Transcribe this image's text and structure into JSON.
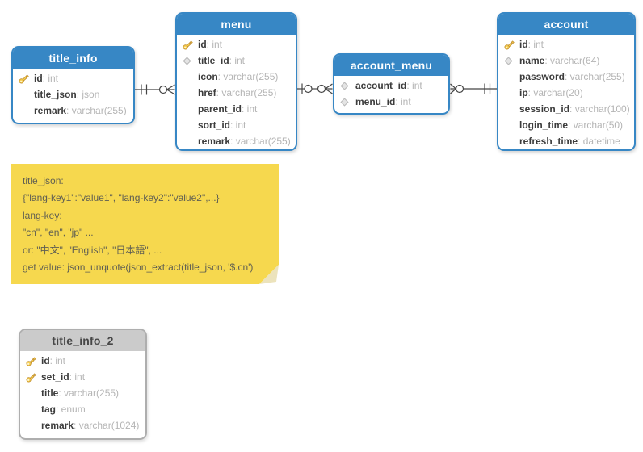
{
  "colors": {
    "table_header_blue": "#3787c5",
    "table_gray_header": "#cbcbcb",
    "table_gray_border": "#aeaeae",
    "note_yellow": "#f6d84e",
    "key_icon_gold": "#f7cf4f",
    "diamond_icon_gray": "#e4e4e4",
    "connector_line": "#454545",
    "field_name_text": "#3c3c3c",
    "field_type_text": "#b5b5b5"
  },
  "tables": [
    {
      "name": "title_info",
      "style": "blue",
      "fields": [
        {
          "icon": "key",
          "name": "id",
          "type": "int"
        },
        {
          "icon": "",
          "name": "title_json",
          "type": "json"
        },
        {
          "icon": "",
          "name": "remark",
          "type": "varchar(255)"
        }
      ]
    },
    {
      "name": "menu",
      "style": "blue",
      "fields": [
        {
          "icon": "key",
          "name": "id",
          "type": "int"
        },
        {
          "icon": "diamond",
          "name": "title_id",
          "type": "int"
        },
        {
          "icon": "",
          "name": "icon",
          "type": "varchar(255)"
        },
        {
          "icon": "",
          "name": "href",
          "type": "varchar(255)"
        },
        {
          "icon": "",
          "name": "parent_id",
          "type": "int"
        },
        {
          "icon": "",
          "name": "sort_id",
          "type": "int"
        },
        {
          "icon": "",
          "name": "remark",
          "type": "varchar(255)"
        }
      ]
    },
    {
      "name": "account_menu",
      "style": "blue",
      "fields": [
        {
          "icon": "diamond",
          "name": "account_id",
          "type": "int"
        },
        {
          "icon": "diamond",
          "name": "menu_id",
          "type": "int"
        }
      ]
    },
    {
      "name": "account",
      "style": "blue",
      "fields": [
        {
          "icon": "key",
          "name": "id",
          "type": "int"
        },
        {
          "icon": "diamond",
          "name": "name",
          "type": "varchar(64)"
        },
        {
          "icon": "",
          "name": "password",
          "type": "varchar(255)"
        },
        {
          "icon": "",
          "name": "ip",
          "type": "varchar(20)"
        },
        {
          "icon": "",
          "name": "session_id",
          "type": "varchar(100)"
        },
        {
          "icon": "",
          "name": "login_time",
          "type": "varchar(50)"
        },
        {
          "icon": "",
          "name": "refresh_time",
          "type": "datetime"
        }
      ]
    },
    {
      "name": "title_info_2",
      "style": "gray",
      "fields": [
        {
          "icon": "key",
          "name": "id",
          "type": "int"
        },
        {
          "icon": "key",
          "name": "set_id",
          "type": "int"
        },
        {
          "icon": "",
          "name": "title",
          "type": "varchar(255)"
        },
        {
          "icon": "",
          "name": "tag",
          "type": "enum"
        },
        {
          "icon": "",
          "name": "remark",
          "type": "varchar(1024)"
        }
      ]
    }
  ],
  "note": {
    "lines": [
      "title_json:",
      "{\"lang-key1\":\"value1\", \"lang-key2\":\"value2\",...}",
      "lang-key:",
      "\"cn\", \"en\", \"jp\" ...",
      "or: \"中文\", \"English\", \"日本語\", ...",
      "get value: json_unquote(json_extract(title_json, '$.cn')"
    ]
  },
  "relationships": [
    {
      "from": "title_info",
      "to": "menu",
      "from_cardinality": "one-and-only-one",
      "to_cardinality": "zero-or-many"
    },
    {
      "from": "menu",
      "to": "account_menu",
      "from_cardinality": "zero-or-one",
      "to_cardinality": "zero-or-many"
    },
    {
      "from": "account_menu",
      "to": "account",
      "from_cardinality": "zero-or-many",
      "to_cardinality": "one-and-only-one"
    }
  ]
}
